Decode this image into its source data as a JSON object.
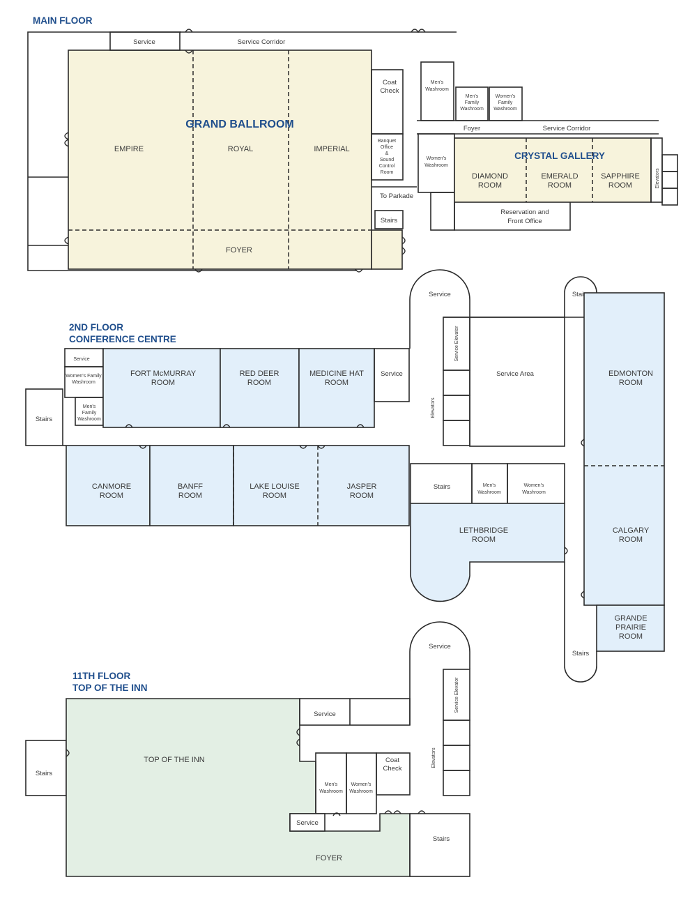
{
  "colors": {
    "main_floor_rooms": "#f7f3dc",
    "conference_rooms": "#e2effa",
    "top_of_inn": "#e3efe4",
    "heading_blue": "#1f4e8c",
    "walls": "#2b2b2b"
  },
  "main_floor": {
    "heading": "MAIN FLOOR",
    "ballroom_title": "GRAND BALLROOM",
    "ballroom_rooms": [
      "EMPIRE",
      "ROYAL",
      "IMPERIAL"
    ],
    "foyer": "FOYER",
    "service": "Service",
    "service_corridor": "Service Corridor",
    "coat_check": [
      "Coat",
      "Check"
    ],
    "banquet_office": [
      "Banquet",
      "Office",
      "&",
      "Sound",
      "Control",
      "Room"
    ],
    "to_parkade": "To Parkade",
    "stairs": "Stairs",
    "mens_washroom": [
      "Men's",
      "Washroom"
    ],
    "mens_family_washroom": [
      "Men's",
      "Family",
      "Washroom"
    ],
    "womens_family_washroom": [
      "Women's",
      "Family",
      "Washroom"
    ],
    "womens_washroom": [
      "Women's",
      "Washroom"
    ],
    "foyer_small": "Foyer",
    "service_corridor_2": "Service Corridor",
    "gallery_title": "CRYSTAL GALLERY",
    "gallery_rooms": [
      [
        "DIAMOND",
        "ROOM"
      ],
      [
        "EMERALD",
        "ROOM"
      ],
      [
        "SAPPHIRE",
        "ROOM"
      ]
    ],
    "reservation": [
      "Reservation and",
      "Front Office"
    ],
    "elevators": "Elevators"
  },
  "second_floor": {
    "heading": [
      "2ND FLOOR",
      "CONFERENCE CENTRE"
    ],
    "service_small": "Service",
    "womens_family_washroom": [
      "Women's Family",
      "Washroom"
    ],
    "mens_family_washroom": [
      "Men's",
      "Family",
      "Washroom"
    ],
    "stairs_left": "Stairs",
    "top_rooms": [
      [
        "FORT McMURRAY",
        "ROOM"
      ],
      [
        "RED DEER",
        "ROOM"
      ],
      [
        "MEDICINE HAT",
        "ROOM"
      ]
    ],
    "service_mid": "Service",
    "service_top": "Service",
    "service_elevator": "Service Elevator",
    "service_area": "Service Area",
    "elevators": "Elevators",
    "bottom_rooms": [
      [
        "CANMORE",
        "ROOM"
      ],
      [
        "BANFF",
        "ROOM"
      ],
      [
        "LAKE LOUISE",
        "ROOM"
      ],
      [
        "JASPER",
        "ROOM"
      ]
    ],
    "stairs_mid": "Stairs",
    "mens_washroom": [
      "Men's",
      "Washroom"
    ],
    "womens_washroom": [
      "Women's",
      "Washroom"
    ],
    "lethbridge": [
      "LETHBRIDGE",
      "ROOM"
    ],
    "stairs_top_right": "Stairs",
    "edmonton": [
      "EDMONTON",
      "ROOM"
    ],
    "calgary": [
      "CALGARY",
      "ROOM"
    ],
    "grande_prairie": [
      "GRANDE",
      "PRAIRIE",
      "ROOM"
    ],
    "stairs_bottom_right": "Stairs"
  },
  "eleventh_floor": {
    "heading": [
      "11TH FLOOR",
      "TOP OF THE INN"
    ],
    "stairs_left": "Stairs",
    "top_of_inn": "TOP OF THE INN",
    "service_top": "Service",
    "service_round": "Service",
    "service_elevator": "Service Elevator",
    "elevators": "Elevators",
    "coat_check": [
      "Coat",
      "Check"
    ],
    "mens_washroom": [
      "Men's",
      "Washroom"
    ],
    "womens_washroom": [
      "Women's",
      "Washroom"
    ],
    "service_small": "Service",
    "foyer": "FOYER",
    "stairs_right": "Stairs"
  }
}
